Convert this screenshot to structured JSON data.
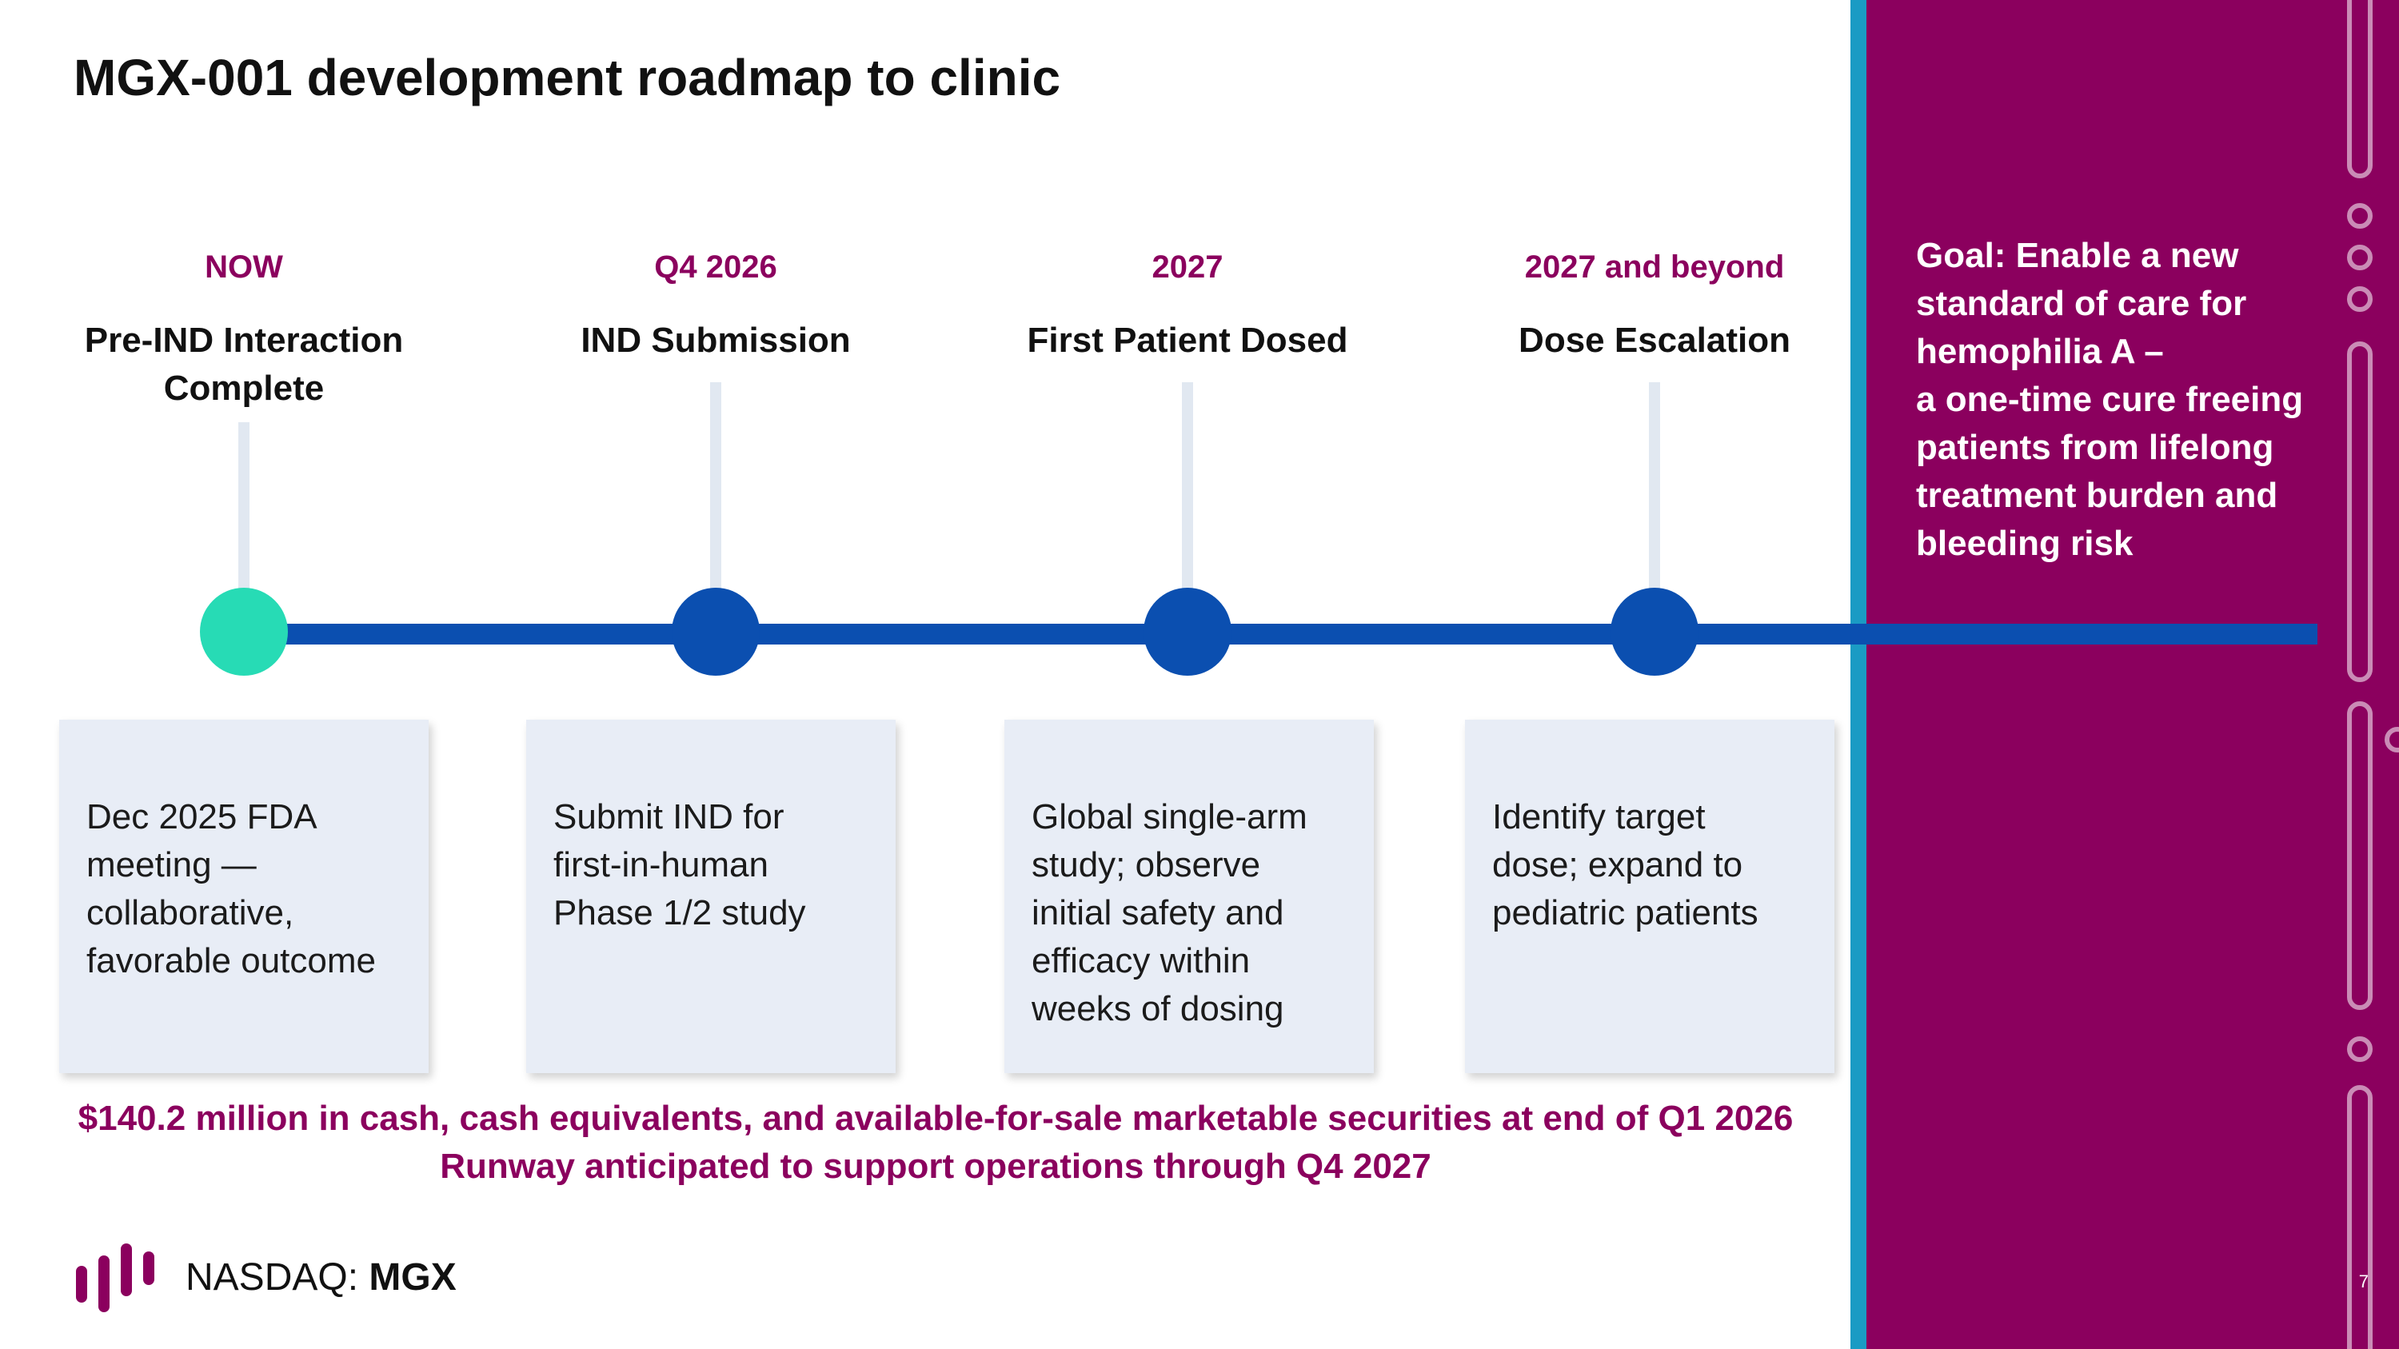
{
  "slide": {
    "title": "MGX-001 development roadmap to clinic",
    "page_number": "7"
  },
  "colors": {
    "brand_magenta": "#8b005e",
    "timeline_blue": "#0b4fb0",
    "now_node": "#27dbb5",
    "accent_cyan": "#1a9bc4",
    "card_bg": "#e8edf6"
  },
  "milestones": [
    {
      "phase": "NOW",
      "title_lines": [
        "Pre-IND Interaction",
        "Complete"
      ],
      "card_lines": [
        "Dec 2025 FDA",
        "meeting —",
        "collaborative,",
        "favorable outcome"
      ]
    },
    {
      "phase": "Q4 2026",
      "title_lines": [
        "IND Submission"
      ],
      "card_lines": [
        "Submit IND for",
        "first-in-human",
        "Phase 1/2 study"
      ]
    },
    {
      "phase": "2027",
      "title_lines": [
        "First Patient Dosed"
      ],
      "card_lines": [
        "Global single-arm",
        "study; observe",
        "initial safety and",
        "efficacy within",
        "weeks of dosing"
      ]
    },
    {
      "phase": "2027 and beyond",
      "title_lines": [
        "Dose Escalation"
      ],
      "card_lines": [
        "Identify target",
        "dose; expand to",
        "pediatric patients"
      ]
    }
  ],
  "goal": {
    "lines": [
      "Goal:  Enable a new",
      "standard of care for",
      "hemophilia A  –",
      "a one-time cure freeing",
      "patients from lifelong",
      "treatment burden and",
      "bleeding risk"
    ]
  },
  "funding": {
    "line1": "$140.2 million in cash, cash equivalents, and available-for-sale marketable securities at end of Q1 2026",
    "line2": "Runway anticipated to support operations through Q4 2027"
  },
  "footer": {
    "exchange": "NASDAQ: ",
    "ticker": "MGX"
  }
}
